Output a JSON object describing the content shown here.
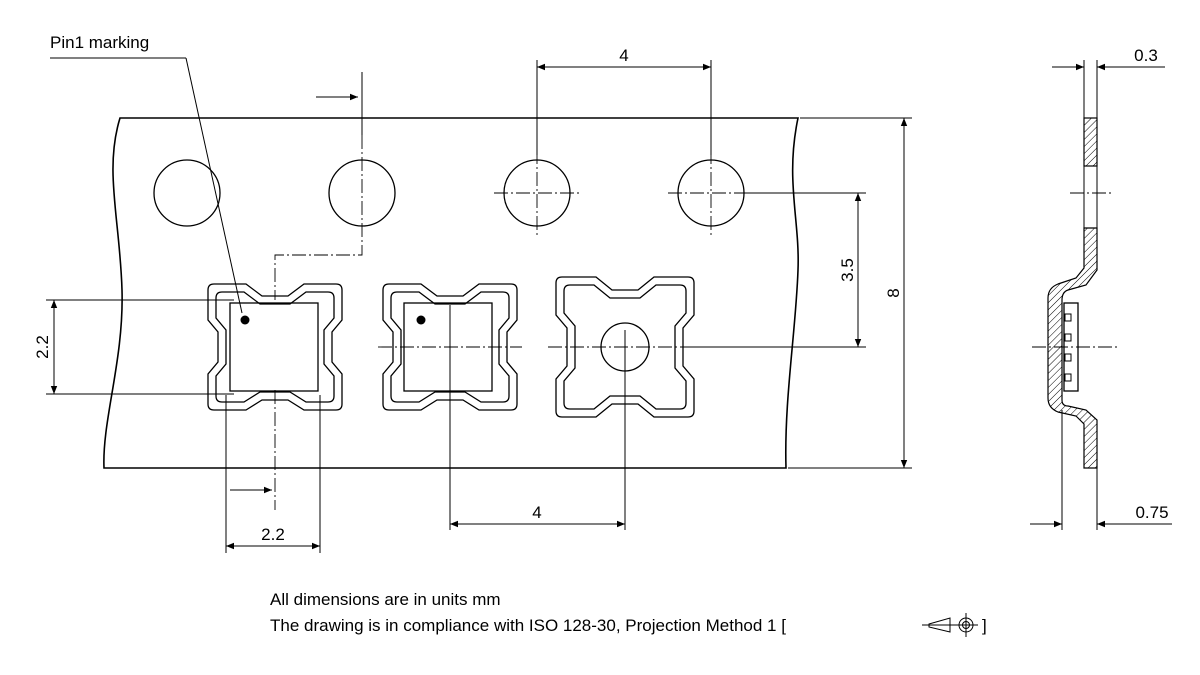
{
  "labels": {
    "pin1_marking": "Pin1 marking",
    "pitch_top": "4",
    "pitch_bottom": "4",
    "pocket_height": "2.2",
    "pocket_width": "2.2",
    "hole_to_pocket": "3.5",
    "tape_width": "8",
    "tape_thickness": "0.3",
    "pocket_depth": "0.75"
  },
  "notes": {
    "line1": "All dimensions are in units mm",
    "line2": "The drawing is in compliance with ISO 128-30, Projection Method 1 [",
    "line2_end": "]"
  }
}
